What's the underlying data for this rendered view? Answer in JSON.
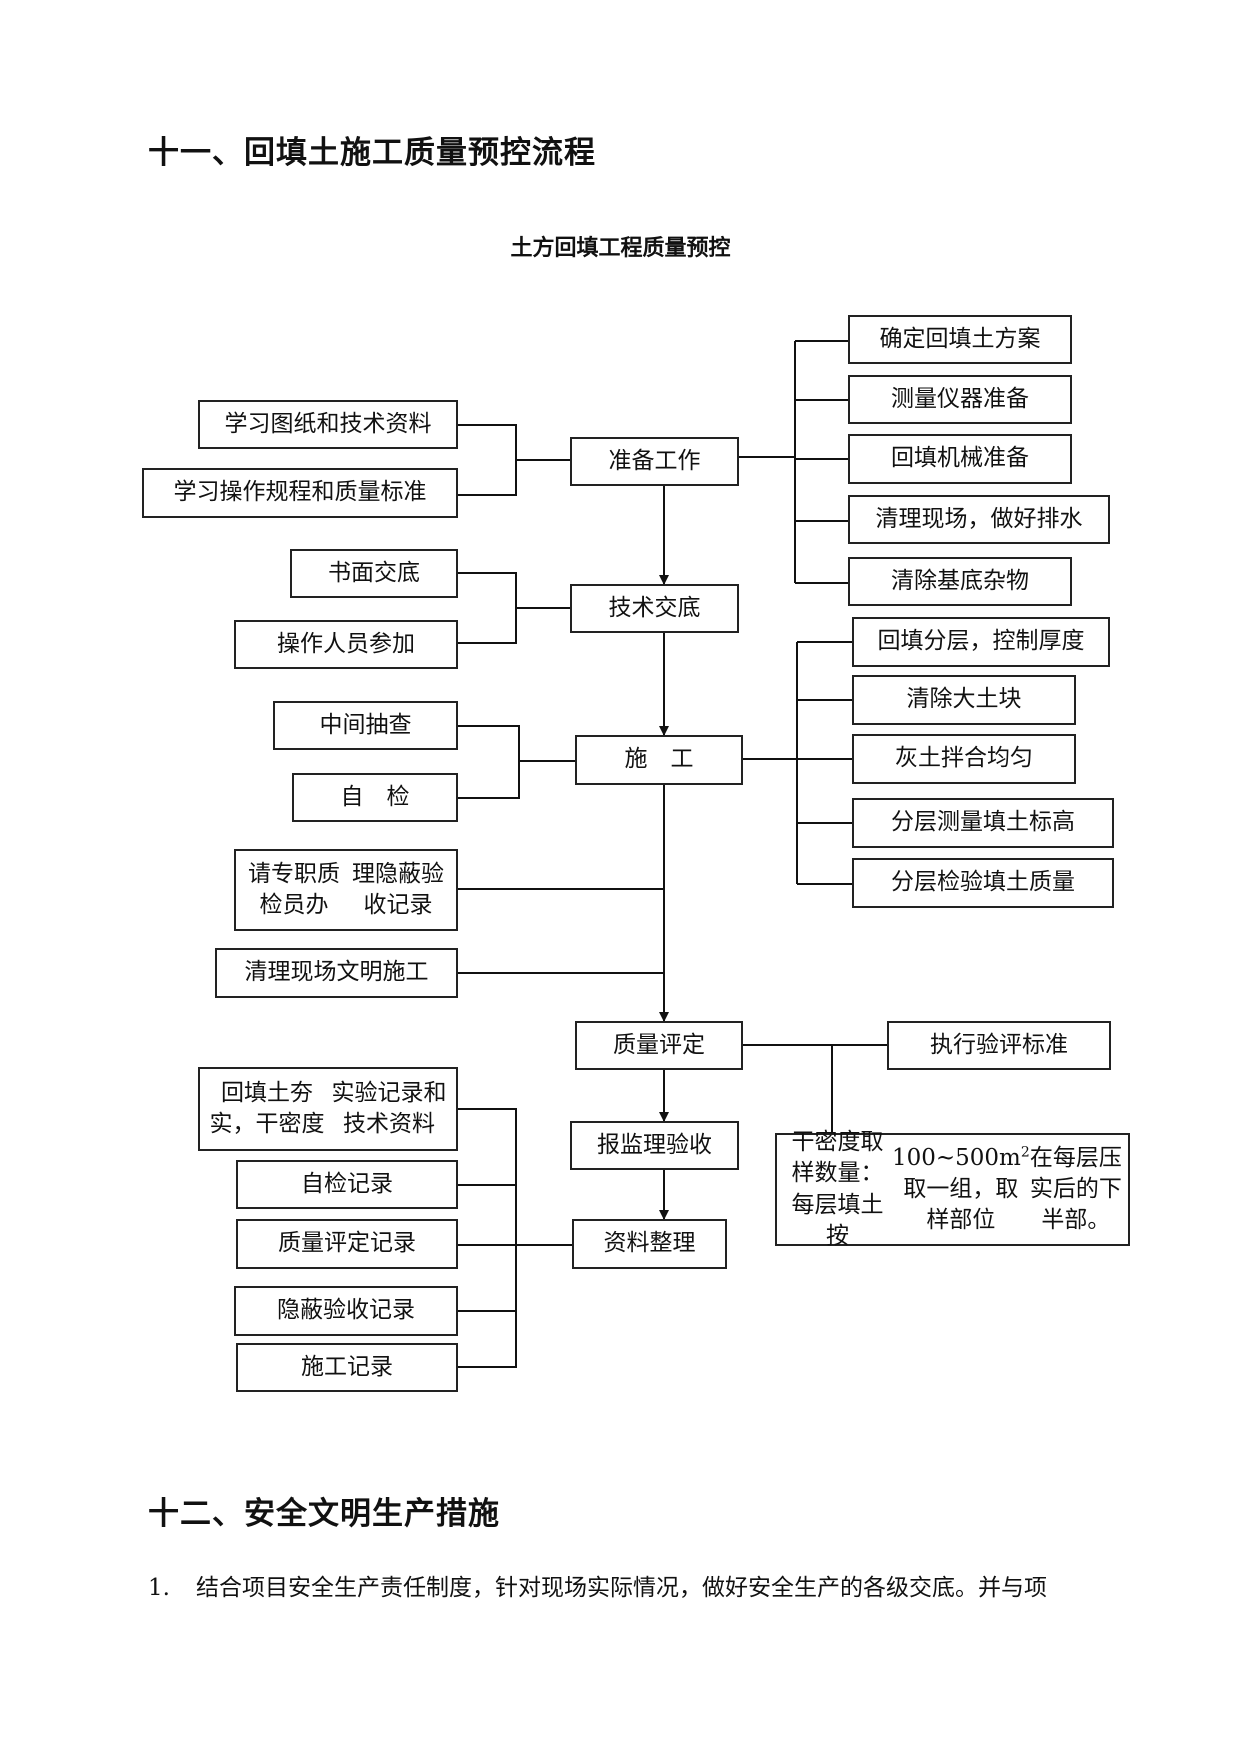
{
  "section11": {
    "heading": "十一、回填土施工质量预控流程"
  },
  "chart": {
    "title": "土方回填工程质量预控",
    "main_steps": {
      "prepare": "准备工作",
      "briefing": "技术交底",
      "construction": "施　工",
      "evaluation": "质量评定",
      "report": "报监理验收",
      "archive": "资料整理"
    },
    "prepare_left": [
      "学习图纸和技术资料",
      "学习操作规程和质量标准"
    ],
    "prepare_right": [
      "确定回填土方案",
      "测量仪器准备",
      "回填机械准备",
      "清理现场，做好排水",
      "清除基底杂物"
    ],
    "briefing_left": [
      "书面交底",
      "操作人员参加"
    ],
    "construction_left": [
      "中间抽查",
      "自　检"
    ],
    "construction_right": [
      "回填分层，控制厚度",
      "清除大土块",
      "灰土拌合均匀",
      "分层测量填土标高",
      "分层检验填土质量"
    ],
    "inspection_record": {
      "line1": "请专职质检员办",
      "line2": "理隐蔽验收记录"
    },
    "site_cleanup": "清理现场文明施工",
    "standard": "执行验评标准",
    "sampling": {
      "line1": "干密度取样数量：每层填土按",
      "line2_pre": "100~500m",
      "line2_sup": "2",
      "line2_post": " 取一组，取样部位",
      "line3": "在每层压实后的下半部。"
    },
    "archive_left": [
      {
        "line1": "回填土夯实，干密度",
        "line2": "实验记录和技术资料"
      },
      "自检记录",
      "质量评定记录",
      "隐蔽验收记录",
      "施工记录"
    ]
  },
  "section12": {
    "heading": "十二、安全文明生产措施",
    "item1_number": "1.",
    "item1_text": "结合项目安全生产责任制度，针对现场实际情况，做好安全生产的各级交底。并与项"
  }
}
